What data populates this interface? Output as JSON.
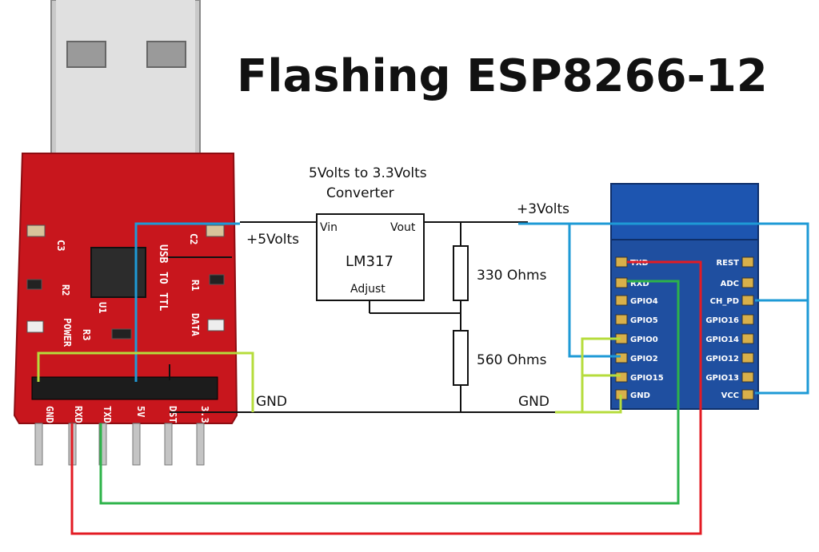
{
  "title": "Flashing ESP8266-12",
  "converter": {
    "heading_line1": "5Volts to 3.3Volts",
    "heading_line2": "Converter",
    "chip": "LM317",
    "vin": "Vin",
    "vout": "Vout",
    "adjust": "Adjust"
  },
  "resistors": {
    "r1": "330 Ohms",
    "r2": "560 Ohms"
  },
  "rails": {
    "plus5": "+5Volts",
    "plus3": "+3Volts",
    "gnd_left": "GND",
    "gnd_right": "GND"
  },
  "usb_adapter": {
    "silk_usb": "USB",
    "silk_to": "TO",
    "silk_ttl": "TTL",
    "silk_power": "POWER",
    "silk_data": "DATA",
    "comp_c3": "C3",
    "comp_c2": "C2",
    "comp_r2": "R2",
    "comp_r1": "R1",
    "comp_r3": "R3",
    "comp_u1": "U1",
    "pins": [
      "GND",
      "RXD",
      "TXD",
      "5V",
      "DST",
      "3.3"
    ]
  },
  "esp_module": {
    "left_pins": [
      "TXD",
      "RXD",
      "GPIO4",
      "GPIO5",
      "GPIO0",
      "GPIO2",
      "GPIO15",
      "GND"
    ],
    "right_pins": [
      "REST",
      "ADC",
      "CH_PD",
      "GPIO16",
      "GPIO14",
      "GPIO12",
      "GPIO13",
      "VCC"
    ]
  },
  "wire_colors": {
    "power": "#1e9ad6",
    "tx": "#e31b23",
    "rx": "#2db34a",
    "gnd": "#b6dc3c",
    "black": "#111111"
  }
}
